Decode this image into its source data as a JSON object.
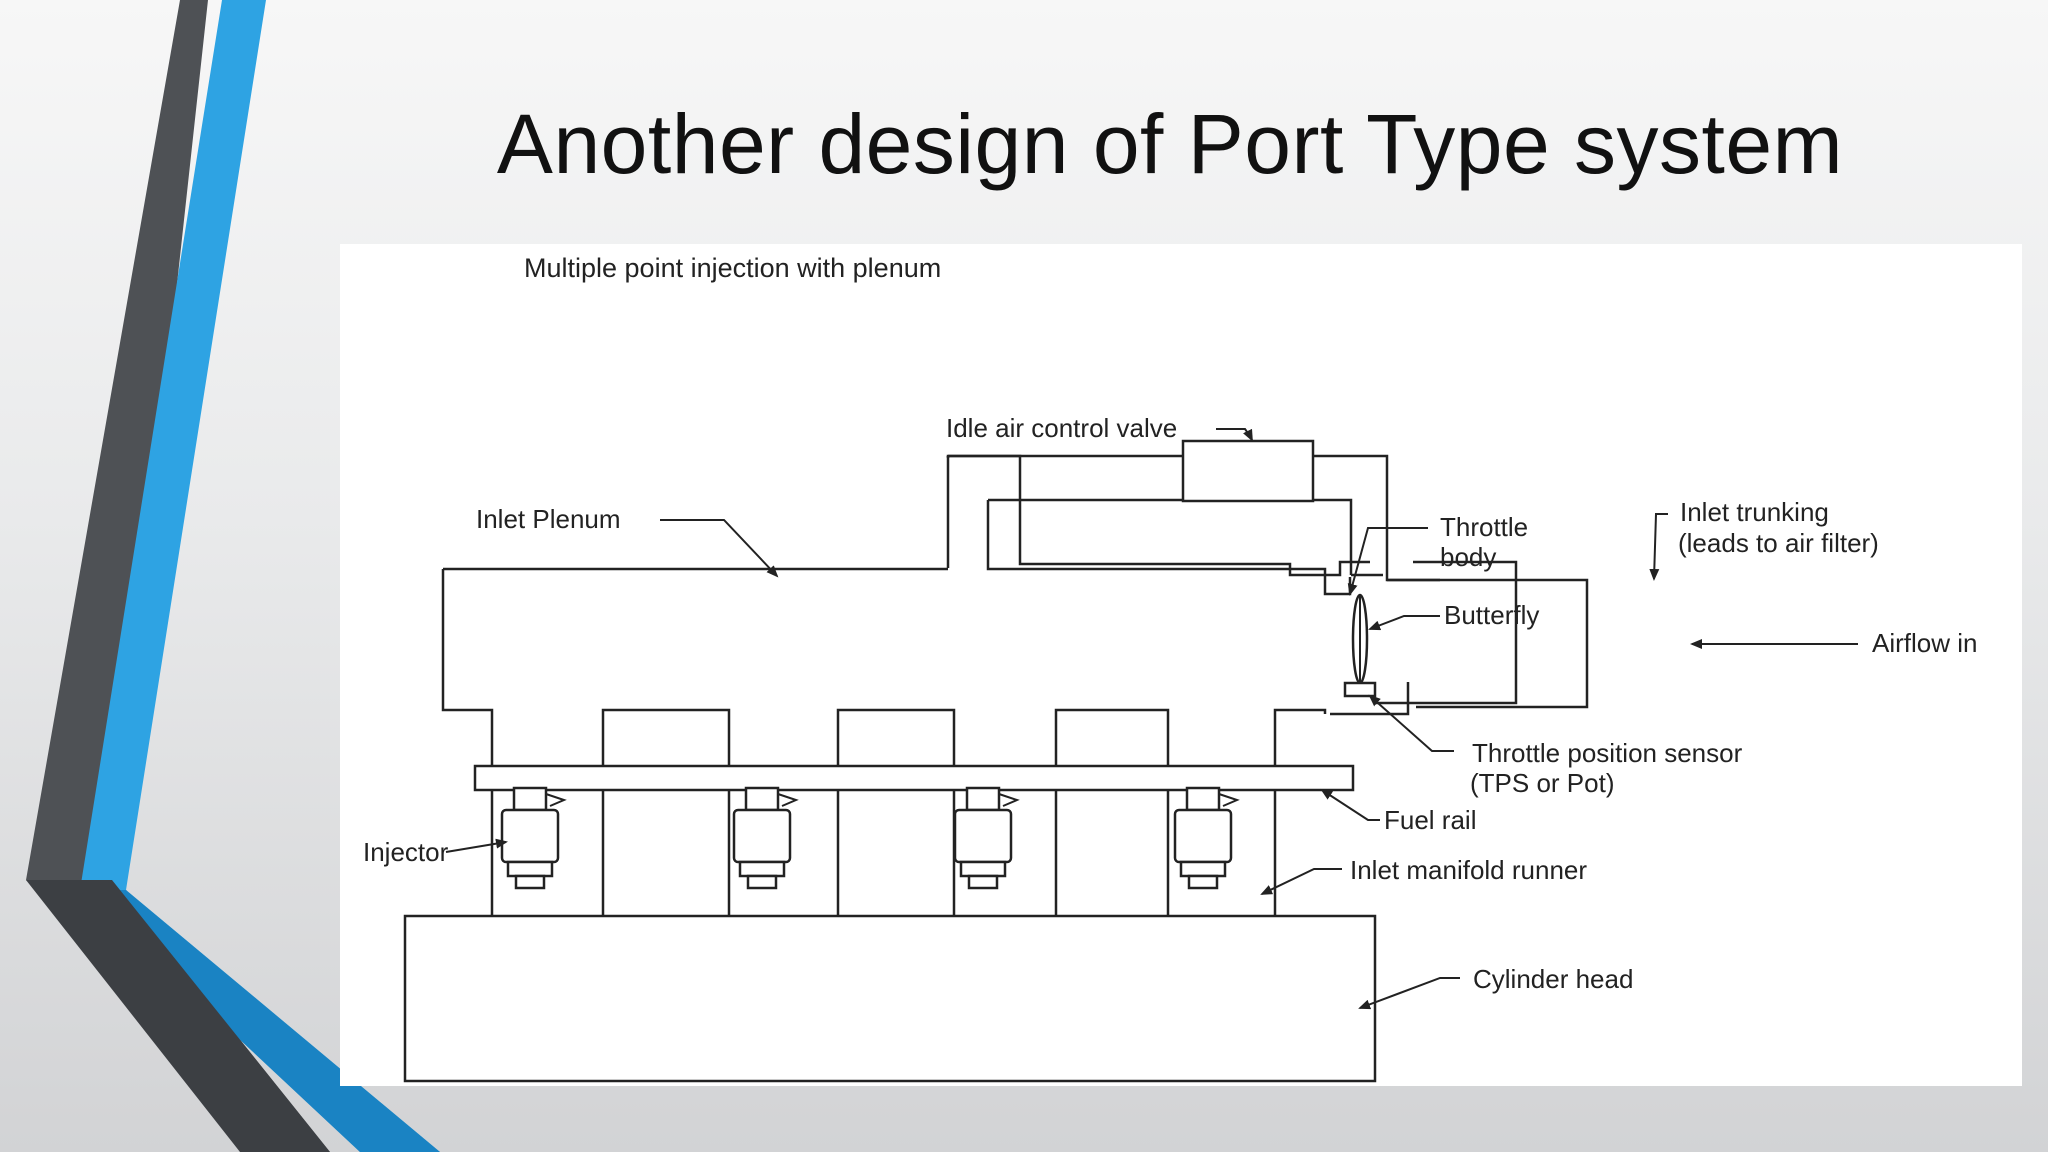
{
  "slide": {
    "title": "Another design of Port Type system"
  },
  "diagram": {
    "caption": "Multiple point injection with plenum",
    "labels": {
      "idle_air_control_valve": "Idle air control valve",
      "inlet_plenum": "Inlet Plenum",
      "throttle_body_line1": "Throttle",
      "throttle_body_line2": "body",
      "inlet_trunking_line1": "Inlet trunking",
      "inlet_trunking_line2": "(leads to air filter)",
      "butterfly": "Butterfly",
      "airflow_in": "Airflow in",
      "tps_line1": "Throttle position sensor",
      "tps_line2": "(TPS or Pot)",
      "fuel_rail": "Fuel rail",
      "injector": "Injector",
      "inlet_manifold_runner": "Inlet manifold runner",
      "cylinder_head": "Cylinder head"
    }
  },
  "colors": {
    "accent_blue": "#2ea3e3",
    "accent_dark": "#4a4d51",
    "background": "#ececec",
    "line": "#222222"
  }
}
